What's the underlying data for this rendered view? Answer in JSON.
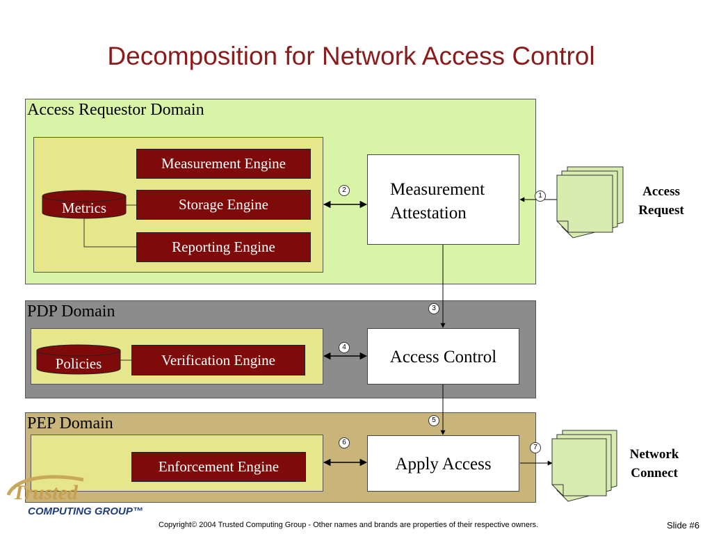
{
  "title": "Decomposition for Network Access Control",
  "domains": {
    "ar": "Access Requestor Domain",
    "pdp": "PDP Domain",
    "pep": "PEP Domain"
  },
  "engines": {
    "measurement": "Measurement Engine",
    "storage": "Storage Engine",
    "reporting": "Reporting Engine",
    "verification": "Verification Engine",
    "enforcement": "Enforcement Engine"
  },
  "databases": {
    "metrics": "Metrics",
    "policies": "Policies"
  },
  "boxes": {
    "measurement_attestation_line1": "Measurement",
    "measurement_attestation_line2": "Attestation",
    "access_control": "Access Control",
    "apply_access": "Apply Access"
  },
  "steps": [
    "1",
    "2",
    "3",
    "4",
    "5",
    "6",
    "7"
  ],
  "side_labels": {
    "access_request_line1": "Access",
    "access_request_line2": "Request",
    "network_connect_line1": "Network",
    "network_connect_line2": "Connect"
  },
  "logo": {
    "line1": "Trusted",
    "line2": "COMPUTING GROUP™"
  },
  "footer": "Copyright© 2004 Trusted Computing Group - Other names and brands are properties of their respective owners.",
  "slide_number": "Slide #6",
  "colors": {
    "title": "#8b1a1a",
    "ar_domain": "#d9f4a6",
    "pdp_domain": "#8c8c8c",
    "pep_domain": "#c9b47a",
    "inner_panel": "#e6e68a",
    "engine": "#7f0a0a",
    "document": "#d9ecb0"
  }
}
